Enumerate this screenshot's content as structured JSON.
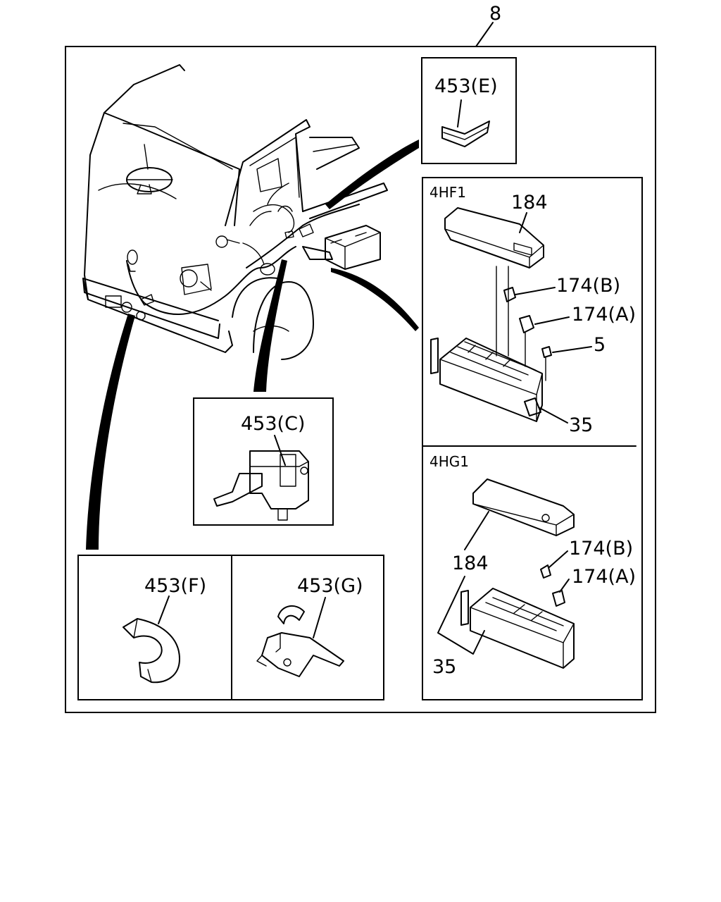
{
  "callouts": {
    "main": "8",
    "e": "453(E)",
    "c": "453(C)",
    "f": "453(F)",
    "g": "453(G)"
  },
  "variant_4hf1": {
    "title": "4HF1",
    "cover": "184",
    "relay_b": "174(B)",
    "relay_a": "174(A)",
    "fuse": "5",
    "box": "35"
  },
  "variant_4hg1": {
    "title": "4HG1",
    "relay_b": "174(B)",
    "relay_a": "174(A)",
    "cover": "184",
    "box": "35"
  }
}
